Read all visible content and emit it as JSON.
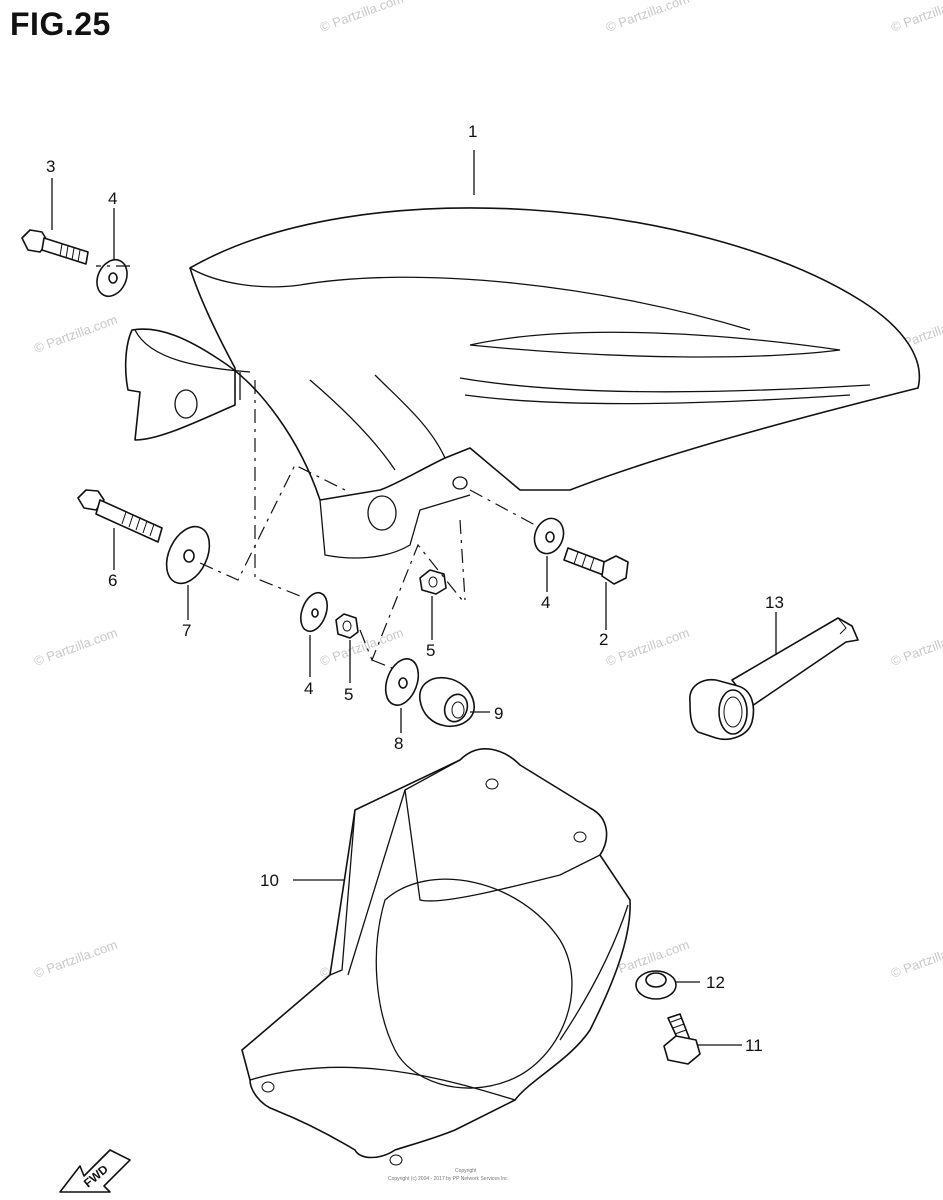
{
  "figure": {
    "title": "FIG.25"
  },
  "watermark": "© Partzilla.com",
  "callouts": [
    "1",
    "2",
    "3",
    "4",
    "4",
    "4",
    "5",
    "5",
    "6",
    "7",
    "8",
    "9",
    "10",
    "11",
    "12",
    "13"
  ],
  "direction_arrow_label": "FWD",
  "copyright": {
    "line1": "Copyright",
    "line2": "Copyright (c) 2004 - 2017 by PP Network Services Inc."
  }
}
